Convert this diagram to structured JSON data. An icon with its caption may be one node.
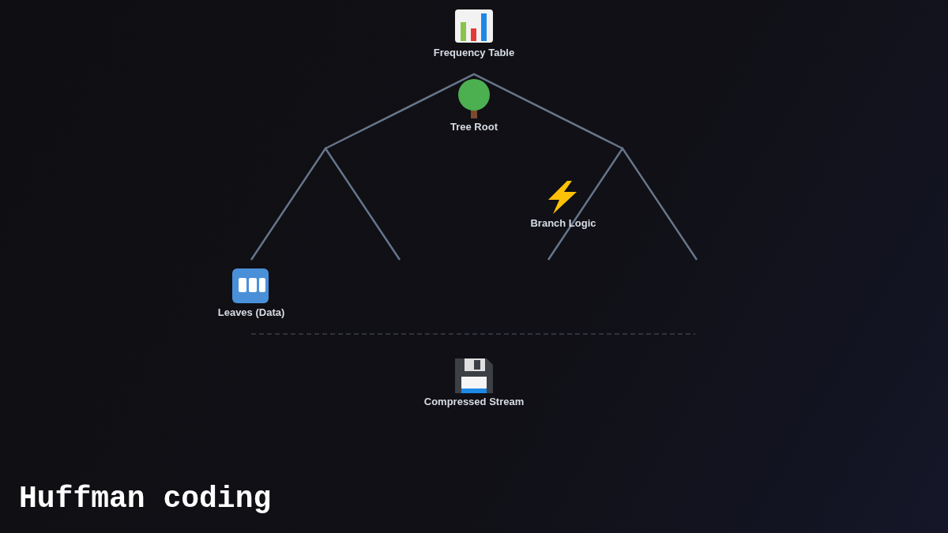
{
  "diagram": {
    "title": "Huffman coding",
    "labels": [
      "Frequency Table",
      "Tree Root",
      "Branch Logic",
      "Leaves (Data)",
      "Compressed Stream"
    ]
  }
}
